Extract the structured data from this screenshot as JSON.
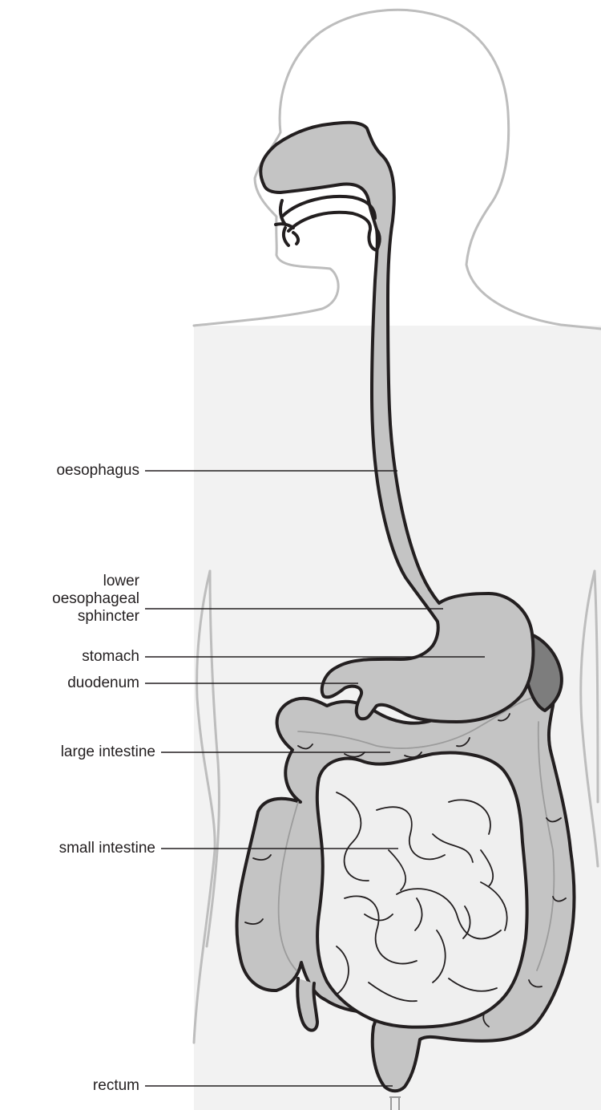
{
  "labels": {
    "oesophagus": "oesophagus",
    "lower_sphincter": [
      "lower",
      "oesophageal",
      "sphincter"
    ],
    "stomach": "stomach",
    "duodenum": "duodenum",
    "large_intestine": "large intestine",
    "small_intestine": "small intestine",
    "rectum": "rectum"
  },
  "colors": {
    "body_fill": "#f2f2f2",
    "body_outline": "#bdbdbd",
    "organ_fill": "#c4c4c4",
    "small_intestine_fill": "#efefef",
    "spleen_fill": "#7d7d7d",
    "stroke": "#231f20"
  }
}
